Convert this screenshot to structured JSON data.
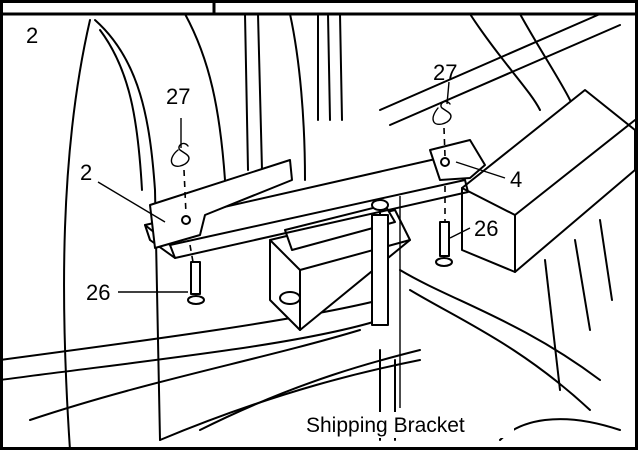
{
  "step": {
    "number": "2"
  },
  "callouts": {
    "bolt_left": "26",
    "bolt_right": "26",
    "pin_left": "27",
    "pin_right": "27",
    "bracket_left": "2",
    "bracket_right": "4"
  },
  "caption": {
    "shipping_bracket": "Shipping Bracket"
  }
}
